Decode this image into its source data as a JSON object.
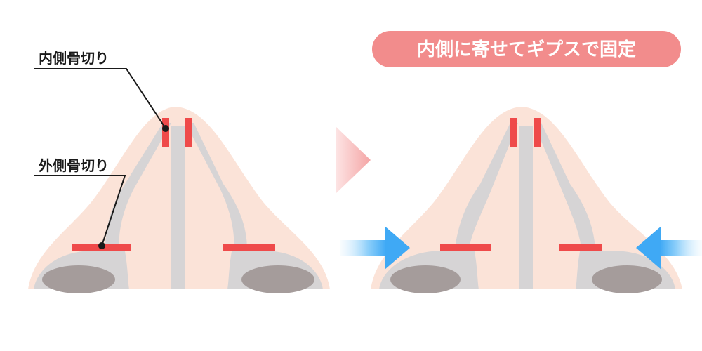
{
  "labels": {
    "medial_osteotomy": "内側骨切り",
    "lateral_osteotomy": "外側骨切り",
    "result_badge": "内側に寄せてギプスで固定"
  },
  "colors": {
    "skin": "#fbe3d8",
    "bone": "#d6d4d5",
    "nostril_rim": "#bcb6b6",
    "nostril": "#a59c9b",
    "cut_mark": "#ef4a4a",
    "badge": "#f28c8c",
    "arrow_tip": "#3fa9f5",
    "transition_arrow": "#f6b7b7",
    "leader_line": "#1a1a1a"
  },
  "icons": {
    "transition": "chevron-right-arrow",
    "push_left": "arrow-right-icon",
    "push_right": "arrow-left-icon"
  }
}
